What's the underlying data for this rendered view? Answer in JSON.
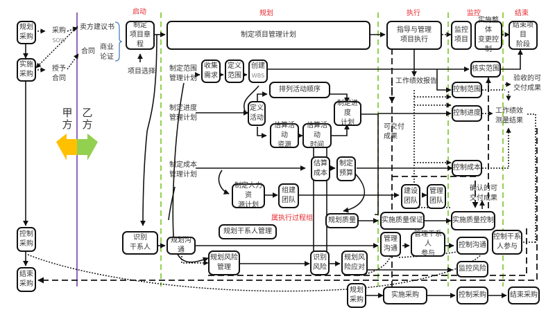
{
  "phases": [
    "启动",
    "规划",
    "执行",
    "监控",
    "结束"
  ],
  "group_label": "属执行过程组",
  "parties": {
    "left": "甲\n方",
    "right": "乙\n方"
  },
  "procurement_left": {
    "plan": "规划\n采购",
    "conduct": "实施\n采购",
    "control": "控制\n采购",
    "close": "结束\n采购"
  },
  "docs": {
    "sow": "采购",
    "sow_sub": "SOW",
    "award": "授予\n合同",
    "proposal": "卖方建议书",
    "contract": "合同",
    "business_case": "商业\n论证",
    "project_selection": "项目选择"
  },
  "initiating": {
    "charter": "制定\n项目章程",
    "stakeholders": "识别\n干系人"
  },
  "planning": {
    "pm_plan": "制定项目管理计划",
    "scope_plan": "制定范围\n管理计划",
    "collect_req": "收集\n需求",
    "define_scope": "定义\n范围",
    "create_wbs": "创建",
    "wbs_sub": "WBS",
    "sequence": "排列活动顺序",
    "schedule_plan": "制定进度\n管理计划",
    "define_act": "定义\n活动",
    "est_resources": "估算活动\n资源",
    "est_durations": "估算活动\n时间",
    "develop_schedule": "制定进度\n计划",
    "cost_plan": "制定成本\n管理计划",
    "est_cost": "估算\n成本",
    "budget": "制定\n预算",
    "hr_plan": "制定人力资\n源计划",
    "acquire_team": "组建\n团队",
    "quality_plan": "规划质量",
    "stakeholder_plan": "规划干系人管理",
    "comm_plan": "规划沟通",
    "risk_plan": "规划风险\n管理",
    "identify_risk": "识别\n风险",
    "risk_response": "规划风\n险应对",
    "procurement_plan": "规划\n采购"
  },
  "executing": {
    "direct": "指导与管理\n项目执行",
    "work_perf_report": "工作绩效报告",
    "deliverables": "可交付\n成果",
    "develop_team": "建设\n团队",
    "manage_team": "管理\n团队",
    "qa": "实施质量保证",
    "manage_comm": "管理\n沟通",
    "manage_stake": "管理干系人\n参与",
    "conduct_proc": "实施采购"
  },
  "monitoring": {
    "monitor": "监控\n项目",
    "icc": "实施整体\n变更控制",
    "validate_scope": "核实范围",
    "control_scope": "控制范围",
    "control_schedule": "控制进度",
    "control_cost": "控制成本",
    "qc": "实施质量控制",
    "control_comm": "控制沟通",
    "control_stake": "控制干系\n人参与",
    "monitor_risk": "监控风险",
    "control_proc": "控制采购",
    "accepted_deliv": "验收的可\n交付成果",
    "wpm": "工作绩效\n测量结果",
    "verified_deliv": "确认的可\n交付成果"
  },
  "closing": {
    "close_phase": "结束项目\n阶段",
    "close_proc": "结束采购"
  },
  "colors": {
    "phase_text": "#e8282d",
    "phase_divider": "#92d050",
    "party_divider": "#7030a0",
    "arrow_left": "#ffc000",
    "arrow_right": "#92d050",
    "bracket": "#4a7ebb"
  }
}
